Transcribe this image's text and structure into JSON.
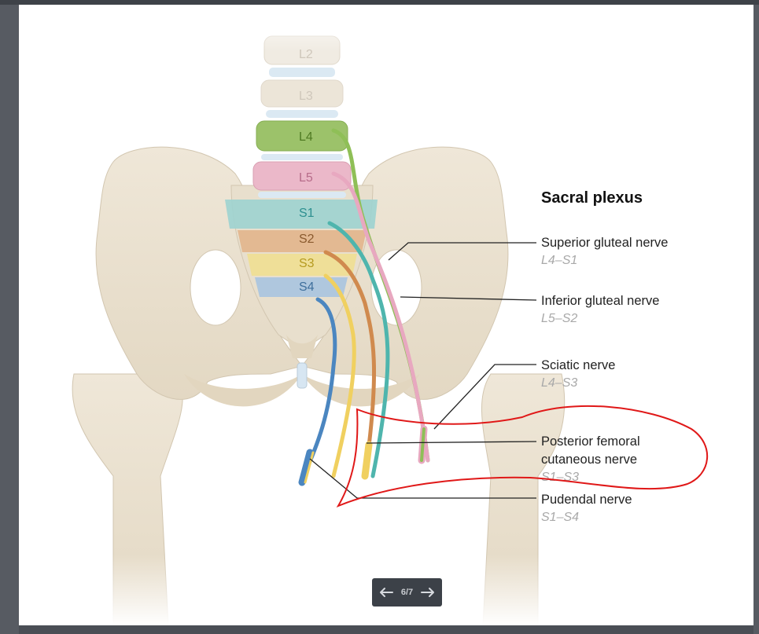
{
  "figure": {
    "title": "Sacral plexus",
    "vertebrae": [
      {
        "label": "L2",
        "color": "#cfc7bb"
      },
      {
        "label": "L3",
        "color": "#cfc7bb"
      },
      {
        "label": "L4",
        "color": "#4f7a22"
      },
      {
        "label": "L5",
        "color": "#b76c8a"
      },
      {
        "label": "S1",
        "color": "#2c8f8f"
      },
      {
        "label": "S2",
        "color": "#8a5a2e"
      },
      {
        "label": "S3",
        "color": "#b59a20"
      },
      {
        "label": "S4",
        "color": "#3f6f9c"
      }
    ],
    "nerves": [
      {
        "name": "Superior gluteal nerve",
        "range": "L4–S1"
      },
      {
        "name": "Inferior gluteal nerve",
        "range": "L5–S2"
      },
      {
        "name": "Sciatic nerve",
        "range": "L4–S3"
      },
      {
        "name": "Posterior femoral",
        "name2": "cutaneous nerve",
        "range": "S1–S3"
      },
      {
        "name": "Pudendal nerve",
        "range": "S1–S4"
      }
    ],
    "colors": {
      "bone": "#ece3d2",
      "bone_shadow": "#d8cbb4",
      "cartilage": "#cfe0ee",
      "annotation": "#e01818",
      "leader": "#222222"
    }
  },
  "pager": {
    "prev_icon": "arrow-left-icon",
    "next_icon": "arrow-right-icon",
    "count": "6/7"
  }
}
